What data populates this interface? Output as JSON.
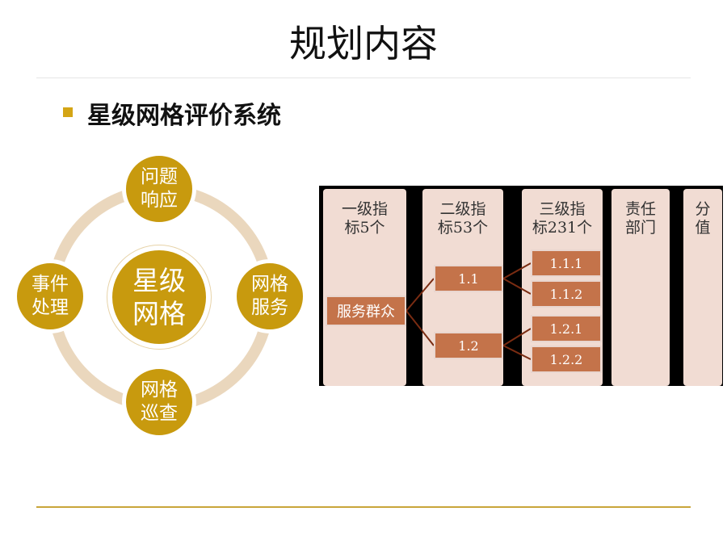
{
  "slide": {
    "title": "规划内容",
    "subtitle": "星级网格评价系统",
    "accent_color": "#d4a515"
  },
  "star_diagram": {
    "center": "星级\n网格",
    "nodes": {
      "top": "问题\n响应",
      "right": "网格\n服务",
      "bottom": "网格\n巡查",
      "left": "事件\n处理"
    }
  },
  "indicator_table": {
    "columns": [
      "一级指\n标5个",
      "二级指\n标53个",
      "三级指\n标231个",
      "责任\n部门",
      "分\n值"
    ],
    "level1": "服务群众",
    "level2": [
      "1.1",
      "1.2"
    ],
    "level3": [
      "1.1.1",
      "1.1.2",
      "1.2.1",
      "1.2.2"
    ]
  }
}
